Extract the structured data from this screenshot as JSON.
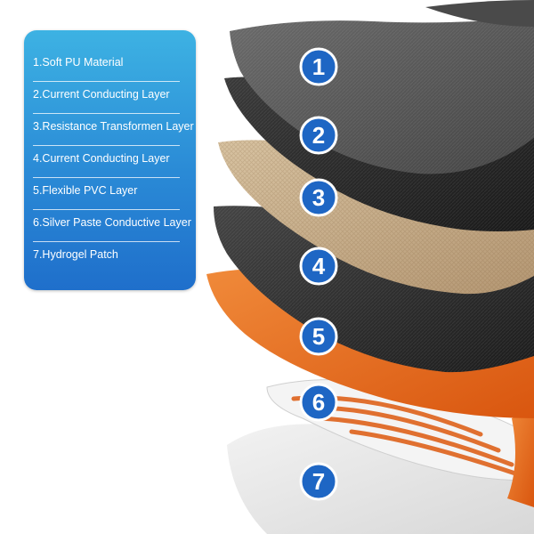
{
  "legend": {
    "items": [
      {
        "label": "1.Soft PU Material"
      },
      {
        "label": "2.Current Conducting Layer"
      },
      {
        "label": "3.Resistance Transformen Layer"
      },
      {
        "label": "4.Current Conducting Layer"
      },
      {
        "label": "5.Flexible PVC Layer"
      },
      {
        "label": "6.Silver Paste Conductive Layer"
      },
      {
        "label": "7.Hydrogel Patch"
      }
    ]
  },
  "badges": [
    {
      "number": "1"
    },
    {
      "number": "2"
    },
    {
      "number": "3"
    },
    {
      "number": "4"
    },
    {
      "number": "5"
    },
    {
      "number": "6"
    },
    {
      "number": "7"
    }
  ],
  "colors": {
    "legend_top": "#3db2e3",
    "legend_bottom": "#1f6fcb",
    "badge_fill": "#1e66c4",
    "layer_pu": "#5a5a5a",
    "layer_conducting": "#2e2e2e",
    "layer_resistance": "#c9b08c",
    "layer_pvc": "#e8661b",
    "layer_silver": "#ececec",
    "layer_hydrogel": "#e3e3e3"
  }
}
